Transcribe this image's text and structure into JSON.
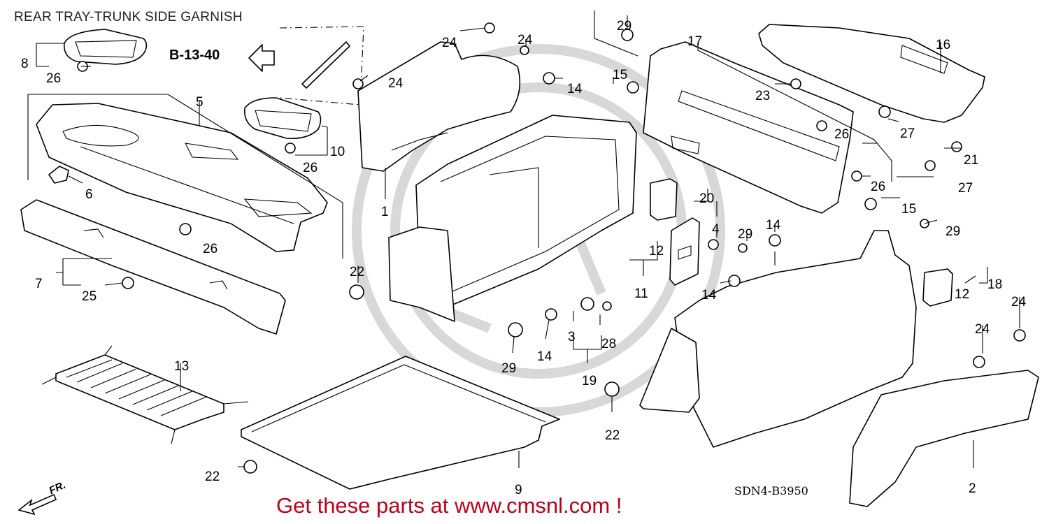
{
  "diagram": {
    "title": "REAR TRAY-TRUNK SIDE GARNISH",
    "reference": "B-13-40",
    "drawing_code": "SDN4-B3950",
    "direction_label": "FR.",
    "promo_text": "Get these parts at www.cmsnl.com !",
    "colors": {
      "promo": "#c0001a",
      "line": "#000000",
      "watermark": "#d8d8d8"
    }
  },
  "callouts": [
    {
      "id": "c8a",
      "text": "8"
    },
    {
      "id": "c26a",
      "text": "26"
    },
    {
      "id": "c24a",
      "text": "24"
    },
    {
      "id": "c24b",
      "text": "24"
    },
    {
      "id": "c24c",
      "text": "24"
    },
    {
      "id": "c29a",
      "text": "29"
    },
    {
      "id": "c17",
      "text": "17"
    },
    {
      "id": "c16",
      "text": "16"
    },
    {
      "id": "c5",
      "text": "5"
    },
    {
      "id": "c14a",
      "text": "14"
    },
    {
      "id": "c15a",
      "text": "15"
    },
    {
      "id": "c23",
      "text": "23"
    },
    {
      "id": "c10",
      "text": "10"
    },
    {
      "id": "c26b",
      "text": "26"
    },
    {
      "id": "c26c",
      "text": "26"
    },
    {
      "id": "c27a",
      "text": "27"
    },
    {
      "id": "c21",
      "text": "21"
    },
    {
      "id": "c6",
      "text": "6"
    },
    {
      "id": "c1",
      "text": "1"
    },
    {
      "id": "c26d",
      "text": "26"
    },
    {
      "id": "c27b",
      "text": "27"
    },
    {
      "id": "c20",
      "text": "20"
    },
    {
      "id": "c15b",
      "text": "15"
    },
    {
      "id": "c26e",
      "text": "26"
    },
    {
      "id": "c4",
      "text": "4"
    },
    {
      "id": "c29b",
      "text": "29"
    },
    {
      "id": "c14b",
      "text": "14"
    },
    {
      "id": "c12a",
      "text": "12"
    },
    {
      "id": "c29c",
      "text": "29"
    },
    {
      "id": "c7",
      "text": "7"
    },
    {
      "id": "c22a",
      "text": "22"
    },
    {
      "id": "c25",
      "text": "25"
    },
    {
      "id": "c11",
      "text": "11"
    },
    {
      "id": "c14c",
      "text": "14"
    },
    {
      "id": "c18",
      "text": "18"
    },
    {
      "id": "c12b",
      "text": "12"
    },
    {
      "id": "c24d",
      "text": "24"
    },
    {
      "id": "c3",
      "text": "3"
    },
    {
      "id": "c28",
      "text": "28"
    },
    {
      "id": "c14d",
      "text": "14"
    },
    {
      "id": "c24e",
      "text": "24"
    },
    {
      "id": "c13",
      "text": "13"
    },
    {
      "id": "c29d",
      "text": "29"
    },
    {
      "id": "c19",
      "text": "19"
    },
    {
      "id": "c22b",
      "text": "22"
    },
    {
      "id": "c2",
      "text": "2"
    },
    {
      "id": "c22c",
      "text": "22"
    },
    {
      "id": "c9",
      "text": "9"
    }
  ]
}
